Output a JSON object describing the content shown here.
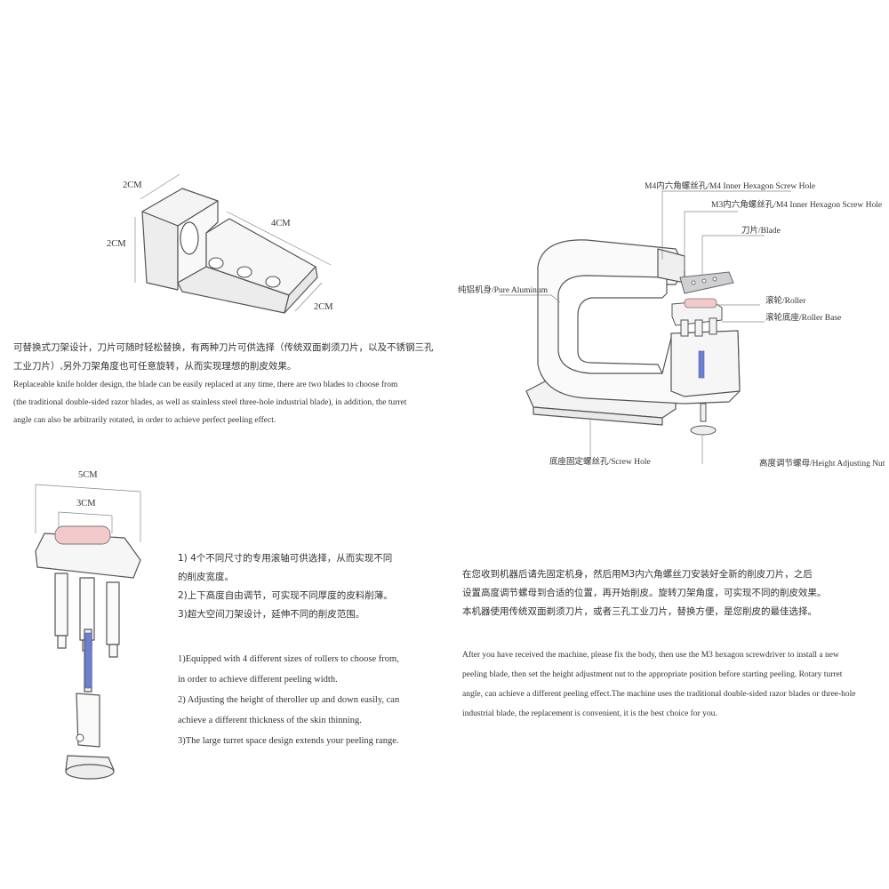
{
  "holder": {
    "dims": {
      "top": "2CM",
      "side": "2CM",
      "length": "4CM",
      "depth": "2CM"
    },
    "desc_zh": [
      "可替换式刀架设计，刀片可随时轻松替换，有两种刀片可供选择（传统双面剃须刀片，以及不锈钢三孔",
      "工业刀片）,另外刀架角度也可任意旋转，从而实现理想的削皮效果。"
    ],
    "desc_en": [
      "Replaceable knife holder design, the blade can be easily replaced at any time, there are two blades to choose from",
      "(the traditional double-sided razor blades, as well as stainless steel three-hole industrial blade), in addition, the turret",
      "angle can also be arbitrarily rotated, in order to achieve perfect peeling effect."
    ]
  },
  "machine": {
    "labels": {
      "m4_hole": "M4内六角螺丝孔/M4 Inner Hexagon Screw Hole",
      "m3_hole": "M3内六角螺丝孔/M4 Inner Hexagon Screw Hole",
      "blade": "刀片/Blade",
      "body": "纯铝机身/Pure Aluminum",
      "roller": "滚轮/Roller",
      "roller_base": "滚轮底座/Roller Base",
      "base_hole": "底座固定螺丝孔/Screw Hole",
      "height_nut": "高度调节螺母/Height Adjusting Nut"
    }
  },
  "roller": {
    "dims": {
      "outer": "5CM",
      "inner": "3CM"
    },
    "features_zh": [
      "1) 4个不同尺寸的专用滚轴可供选择，从而实现不同",
      "的削皮宽度。",
      "2)上下高度自由调节，可实现不同厚度的皮料削薄。",
      "3)超大空间刀架设计，延伸不同的削皮范围。"
    ],
    "features_en": [
      "1)Equipped with 4 different sizes of rollers to choose from,",
      "in order to achieve different peeling width.",
      "2) Adjusting the height of theroller up and down easily, can",
      "achieve a different thickness of the skin thinning.",
      "3)The large turret space design extends your peeling range."
    ]
  },
  "usage": {
    "zh": [
      "在您收到机器后请先固定机身，然后用M3内六角螺丝刀安装好全新的削皮刀片，之后",
      "设置高度调节螺母到合适的位置，再开始削皮。旋转刀架角度，可实现不同的削皮效果。",
      "本机器使用传统双面剃须刀片，或者三孔工业刀片，替换方便，是您削皮的最佳选择。"
    ],
    "en": [
      "After you have received the machine, please fix the body, then use the M3 hexagon screwdriver to install a new",
      "peeling blade, then set the height adjustment nut to the appropriate position before starting peeling. Rotary turret",
      "angle, can achieve a different peeling effect.The machine uses the traditional double-sided razor blades or three-hole",
      "industrial blade, the replacement is convenient, it is  the best choice for you."
    ]
  },
  "colors": {
    "line": "#555555",
    "roller_pink": "#f3c9c9",
    "spring_blue": "#6f7fd0",
    "blade_gray": "#cfcfd4"
  }
}
